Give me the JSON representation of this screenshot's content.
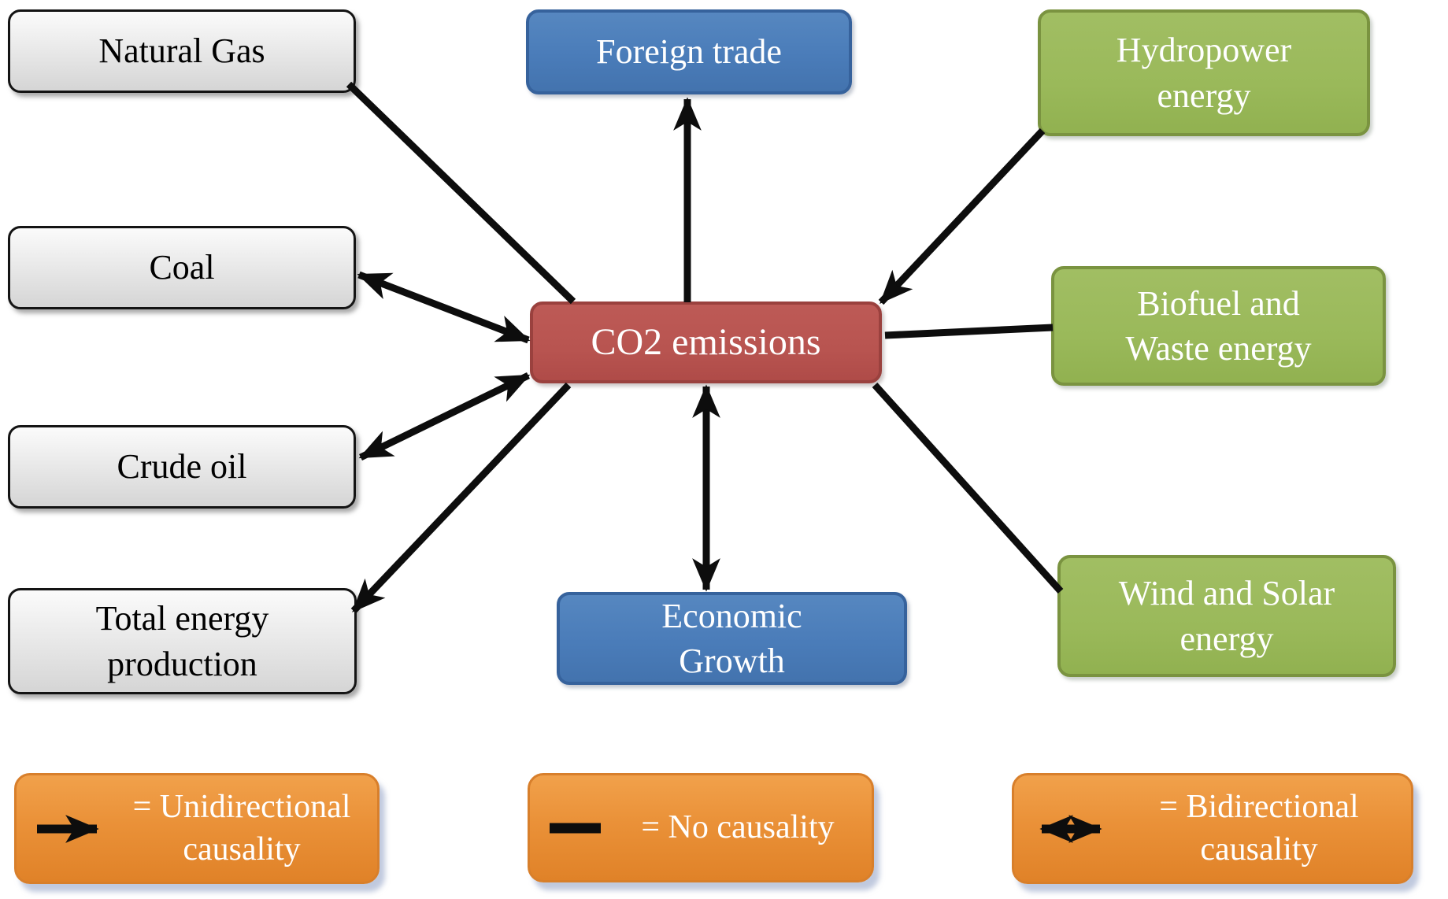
{
  "diagram": {
    "center_node_id": "co2",
    "nodes": [
      {
        "id": "natural-gas",
        "label": "Natural Gas",
        "group": "fossil"
      },
      {
        "id": "coal",
        "label": "Coal",
        "group": "fossil"
      },
      {
        "id": "crude-oil",
        "label": "Crude oil",
        "group": "fossil"
      },
      {
        "id": "total-energy-production",
        "label": "Total energy\nproduction",
        "group": "fossil"
      },
      {
        "id": "foreign-trade",
        "label": "Foreign trade",
        "group": "economy"
      },
      {
        "id": "economic-growth",
        "label": "Economic\nGrowth",
        "group": "economy"
      },
      {
        "id": "hydropower",
        "label": "Hydropower\nenergy",
        "group": "renewable"
      },
      {
        "id": "biofuel-waste",
        "label": "Biofuel and\nWaste energy",
        "group": "renewable"
      },
      {
        "id": "wind-solar",
        "label": "Wind and Solar\nenergy",
        "group": "renewable"
      },
      {
        "id": "co2",
        "label": "CO2 emissions",
        "group": "center"
      }
    ],
    "edges": [
      {
        "from": "natural-gas",
        "to": "co2",
        "causality": "none"
      },
      {
        "from": "coal",
        "to": "co2",
        "causality": "bidirectional"
      },
      {
        "from": "crude-oil",
        "to": "co2",
        "causality": "bidirectional"
      },
      {
        "from": "co2",
        "to": "total-energy-production",
        "causality": "unidirectional"
      },
      {
        "from": "co2",
        "to": "foreign-trade",
        "causality": "unidirectional"
      },
      {
        "from": "co2",
        "to": "economic-growth",
        "causality": "bidirectional"
      },
      {
        "from": "hydropower",
        "to": "co2",
        "causality": "unidirectional"
      },
      {
        "from": "biofuel-waste",
        "to": "co2",
        "causality": "none"
      },
      {
        "from": "wind-solar",
        "to": "co2",
        "causality": "none"
      }
    ],
    "legend": [
      {
        "symbol": "unidirectional-arrow",
        "label": "= Unidirectional\ncausality"
      },
      {
        "symbol": "no-causality-line",
        "label": "= No causality"
      },
      {
        "symbol": "bidirectional-arrow",
        "label": "= Bidirectional\ncausality"
      }
    ],
    "colors": {
      "fossil_box": "#e9e9e9",
      "economy_box": "#4a7cb9",
      "center_box": "#b85450",
      "renewable_box": "#9ab95a",
      "legend_box": "#ea9138",
      "arrow": "#0d0d0d",
      "background": "#ffffff"
    }
  }
}
